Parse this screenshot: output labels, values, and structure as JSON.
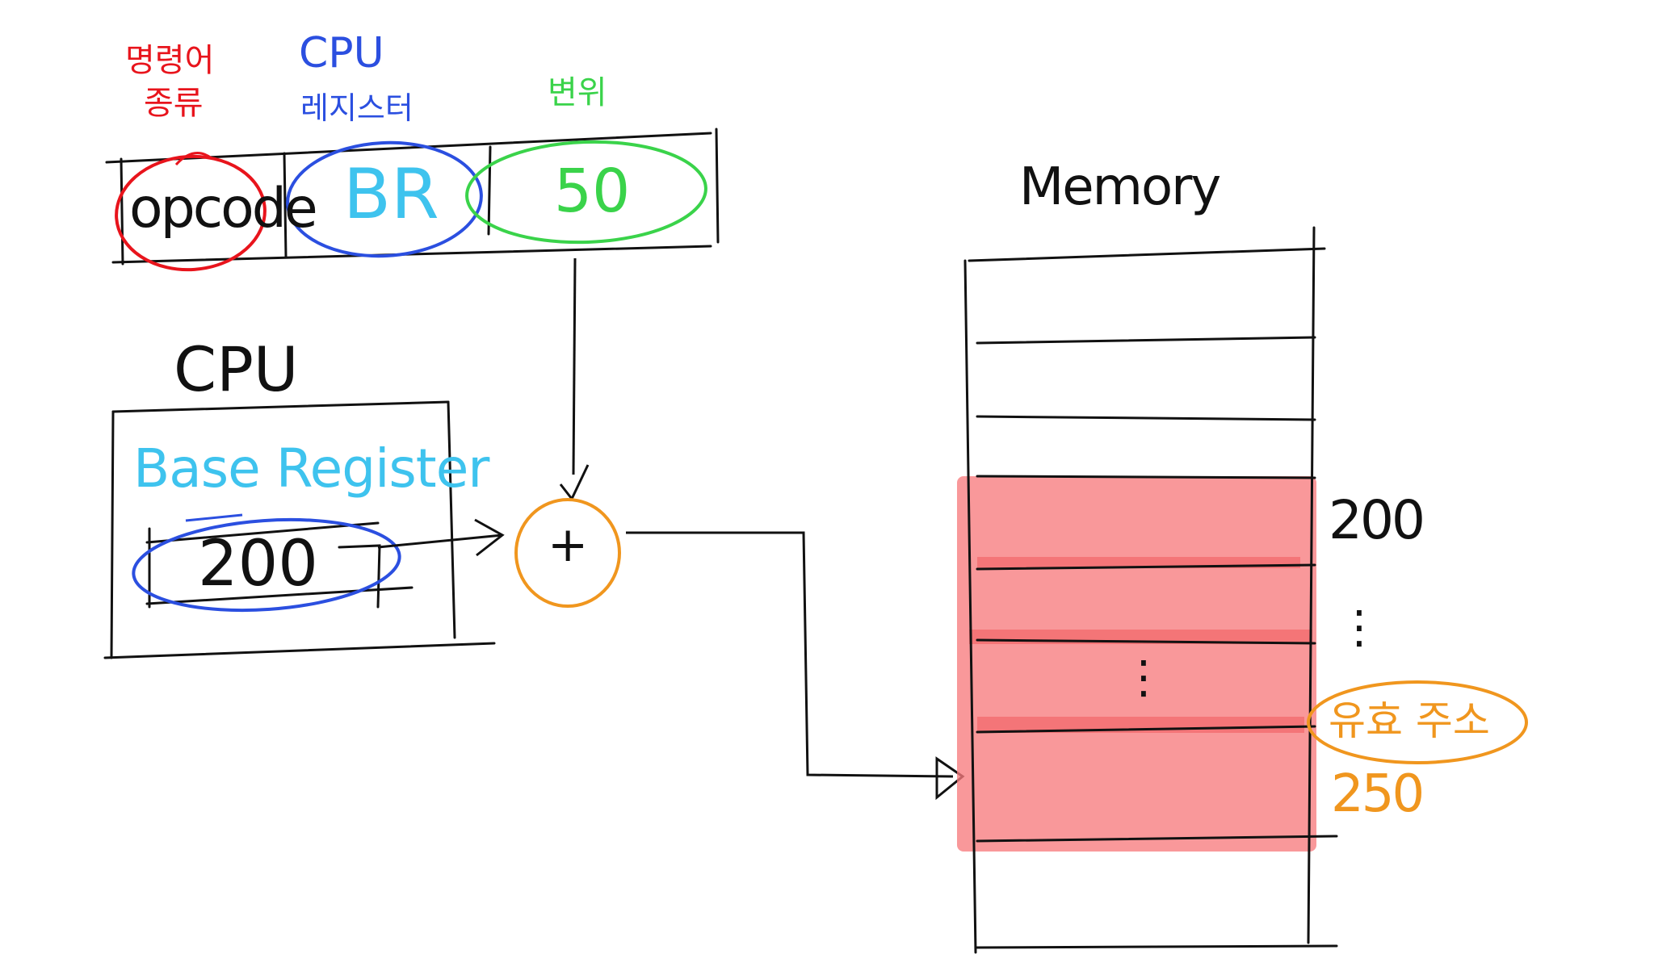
{
  "instruction": {
    "opcode_caption_line1": "명령어",
    "opcode_caption_line2": "종류",
    "register_caption_line1": "CPU",
    "register_caption_line2": "레지스터",
    "displacement_caption": "변위",
    "opcode_field": "opcode",
    "register_field": "BR",
    "displacement_field": "50"
  },
  "cpu": {
    "title": "CPU",
    "register_name": "Base Register",
    "register_value": "200"
  },
  "adder": {
    "symbol": "+"
  },
  "memory": {
    "title": "Memory",
    "start_address": "200",
    "ellipsis_right": "⋮",
    "ellipsis_inside": "⋮",
    "effective_address_label": "유효 주소",
    "effective_address_value": "250"
  },
  "colors": {
    "opcode": "#e8141c",
    "register": "#2b4fe0",
    "displacement": "#3ad34a",
    "base_register": "#3ec3ee",
    "adder": "#f0961e",
    "highlight": "#f77b7e"
  }
}
